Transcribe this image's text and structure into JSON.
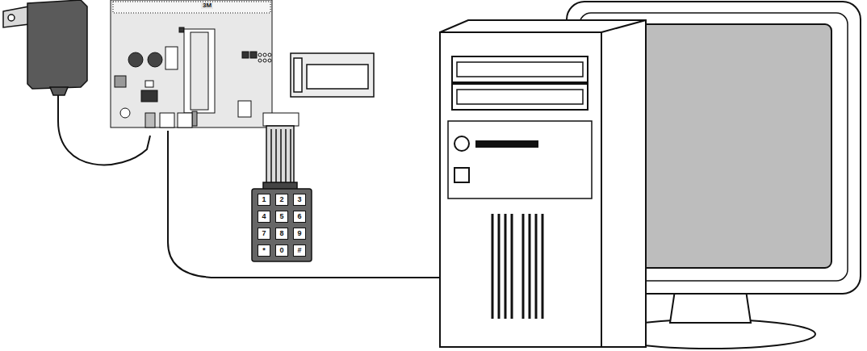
{
  "diagram": {
    "nodes": [
      {
        "text": [
          "3M"
        ]
      },
      {
        "text": [
          "1"
        ]
      },
      {
        "text": [
          "2"
        ]
      },
      {
        "text": [
          "3"
        ]
      },
      {
        "text": [
          "4"
        ]
      },
      {
        "text": [
          "5"
        ]
      },
      {
        "text": [
          "6"
        ]
      },
      {
        "text": [
          "7"
        ]
      },
      {
        "text": [
          "8"
        ]
      },
      {
        "text": [
          "9"
        ]
      },
      {
        "text": [
          "*"
        ]
      },
      {
        "text": [
          "0"
        ]
      },
      {
        "text": [
          "#"
        ]
      }
    ]
  }
}
